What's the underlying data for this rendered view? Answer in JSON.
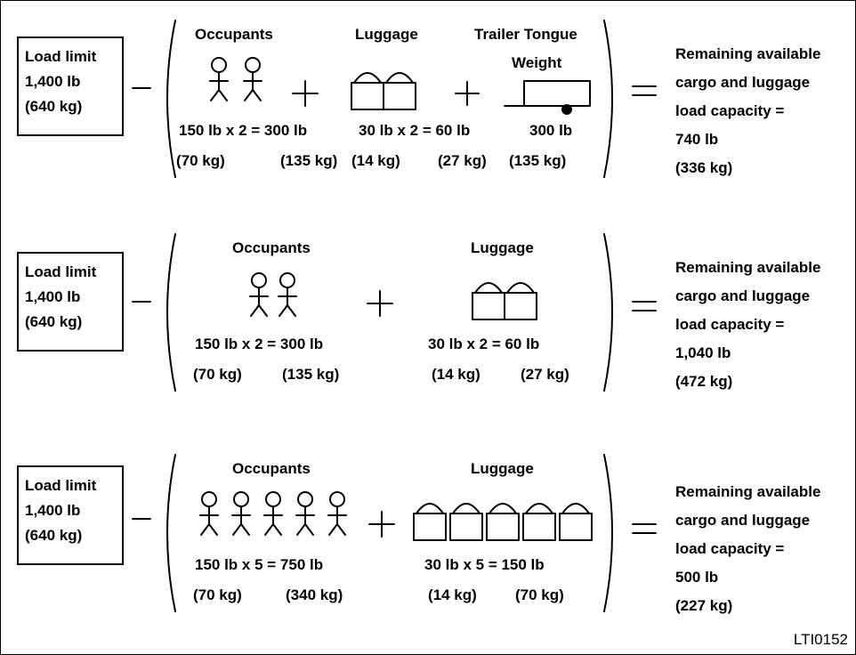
{
  "equations": [
    {
      "load_box": {
        "title": "Load limit",
        "lb": "1,400 lb",
        "kg": "(640 kg)"
      },
      "occupants": {
        "label": "Occupants",
        "calc": "150 lb x 2 = 300 lb",
        "kg_each": "(70 kg)",
        "kg_total": "(135 kg)"
      },
      "luggage": {
        "label": "Luggage",
        "calc": "30 lb x 2 = 60 lb",
        "kg_each": "(14 kg)",
        "kg_total": "(27 kg)"
      },
      "trailer": {
        "label_line1": "Trailer Tongue",
        "label_line2": "Weight",
        "lb": "300 lb",
        "kg": "(135 kg)"
      },
      "result": {
        "line1": "Remaining available",
        "line2": "cargo and luggage",
        "line3": "load capacity =",
        "lb": "740 lb",
        "kg": "(336 kg)"
      }
    },
    {
      "load_box": {
        "title": "Load limit",
        "lb": "1,400 lb",
        "kg": "(640 kg)"
      },
      "occupants": {
        "label": "Occupants",
        "calc": "150 lb x 2 = 300 lb",
        "kg_each": "(70 kg)",
        "kg_total": "(135 kg)"
      },
      "luggage": {
        "label": "Luggage",
        "calc": "30 lb x 2 = 60 lb",
        "kg_each": "(14 kg)",
        "kg_total": "(27 kg)"
      },
      "result": {
        "line1": "Remaining available",
        "line2": "cargo and luggage",
        "line3": "load capacity =",
        "lb": "1,040 lb",
        "kg": "(472 kg)"
      }
    },
    {
      "load_box": {
        "title": "Load limit",
        "lb": "1,400 lb",
        "kg": "(640 kg)"
      },
      "occupants": {
        "label": "Occupants",
        "calc": "150 lb x 5 = 750 lb",
        "kg_each": "(70 kg)",
        "kg_total": "(340 kg)"
      },
      "luggage": {
        "label": "Luggage",
        "calc": "30 lb x 5 = 150 lb",
        "kg_each": "(14 kg)",
        "kg_total": "(70 kg)"
      },
      "result": {
        "line1": "Remaining available",
        "line2": "cargo and luggage",
        "line3": "load capacity =",
        "lb": "500 lb",
        "kg": "(227 kg)"
      }
    }
  ],
  "icons": [
    "person-icon",
    "suitcase-icon",
    "trailer-icon",
    "minus-icon",
    "plus-icon",
    "equals-icon",
    "bracket-icon"
  ],
  "figure_code": "LTI0152"
}
